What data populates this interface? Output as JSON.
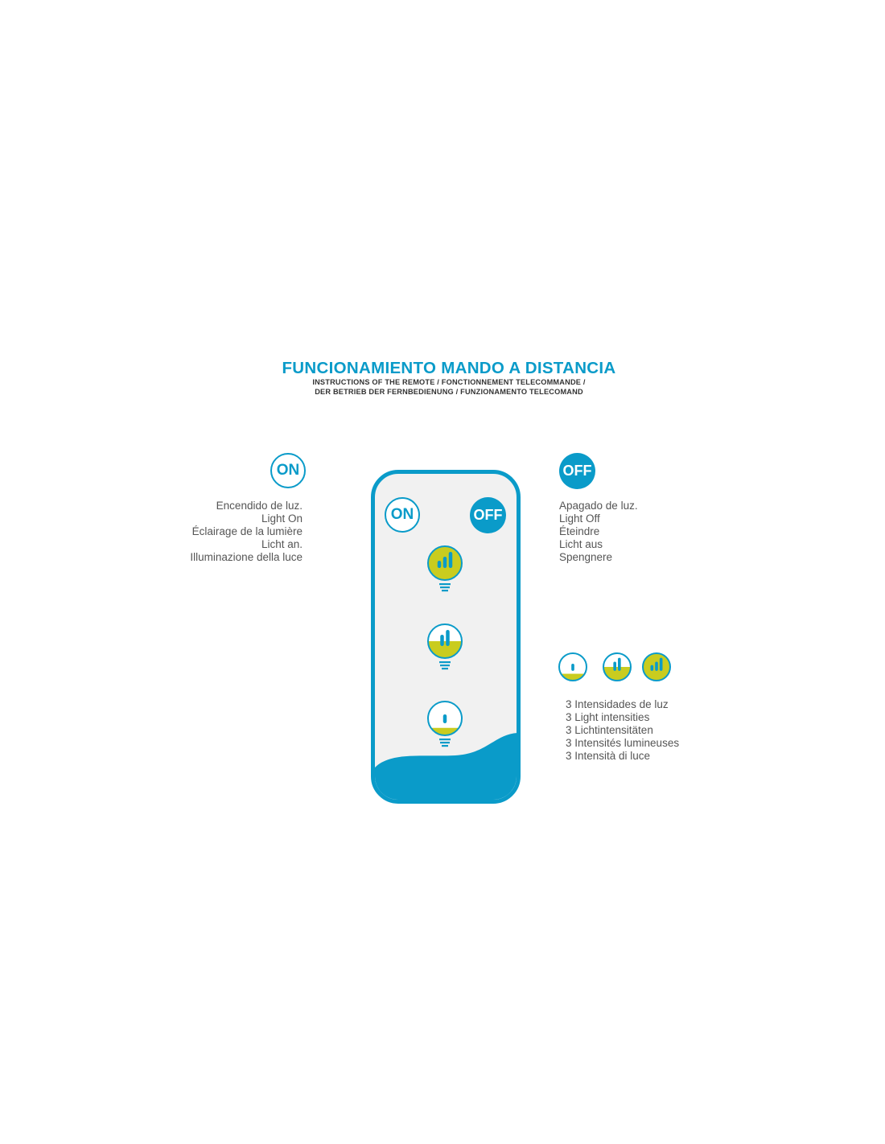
{
  "header": {
    "title": "FUNCIONAMIENTO MANDO A DISTANCIA",
    "subtitle_line1": "INSTRUCTIONS OF THE REMOTE / FONCTIONNEMENT TELECOMMANDE /",
    "subtitle_line2": "DER BETRIEB DER FERNBEDIENUNG / FUNZIONAMENTO TELECOMAND"
  },
  "on_section": {
    "badge": "ON",
    "lines": [
      "Encendido de luz.",
      "Light On",
      "Éclairage de la lumière",
      "Licht an.",
      "Illuminazione della luce"
    ]
  },
  "off_section": {
    "badge": "OFF",
    "lines": [
      "Apagado de luz.",
      "Light Off",
      "Éteindre",
      "Licht aus",
      "Spengnere"
    ]
  },
  "remote": {
    "on_label": "ON",
    "off_label": "OFF",
    "buttons": [
      {
        "name": "intensity-high",
        "fill": 1.0,
        "bars": 3
      },
      {
        "name": "intensity-medium",
        "fill": 0.5,
        "bars": 2
      },
      {
        "name": "intensity-low",
        "fill": 0.22,
        "bars": 1
      }
    ]
  },
  "intensity_section": {
    "icons": [
      {
        "fill": 0.25,
        "bars": 1
      },
      {
        "fill": 0.5,
        "bars": 2
      },
      {
        "fill": 1.0,
        "bars": 3
      }
    ],
    "lines": [
      "3 Intensidades de luz",
      "3 Light intensities",
      "3 Lichtintensitäten",
      "3 Intensités lumineuses",
      "3 Intensità di luce"
    ]
  },
  "colors": {
    "blue": "#0a9bc9",
    "yellow": "#c9cc1f",
    "remote_bg": "#f1f1f1"
  }
}
